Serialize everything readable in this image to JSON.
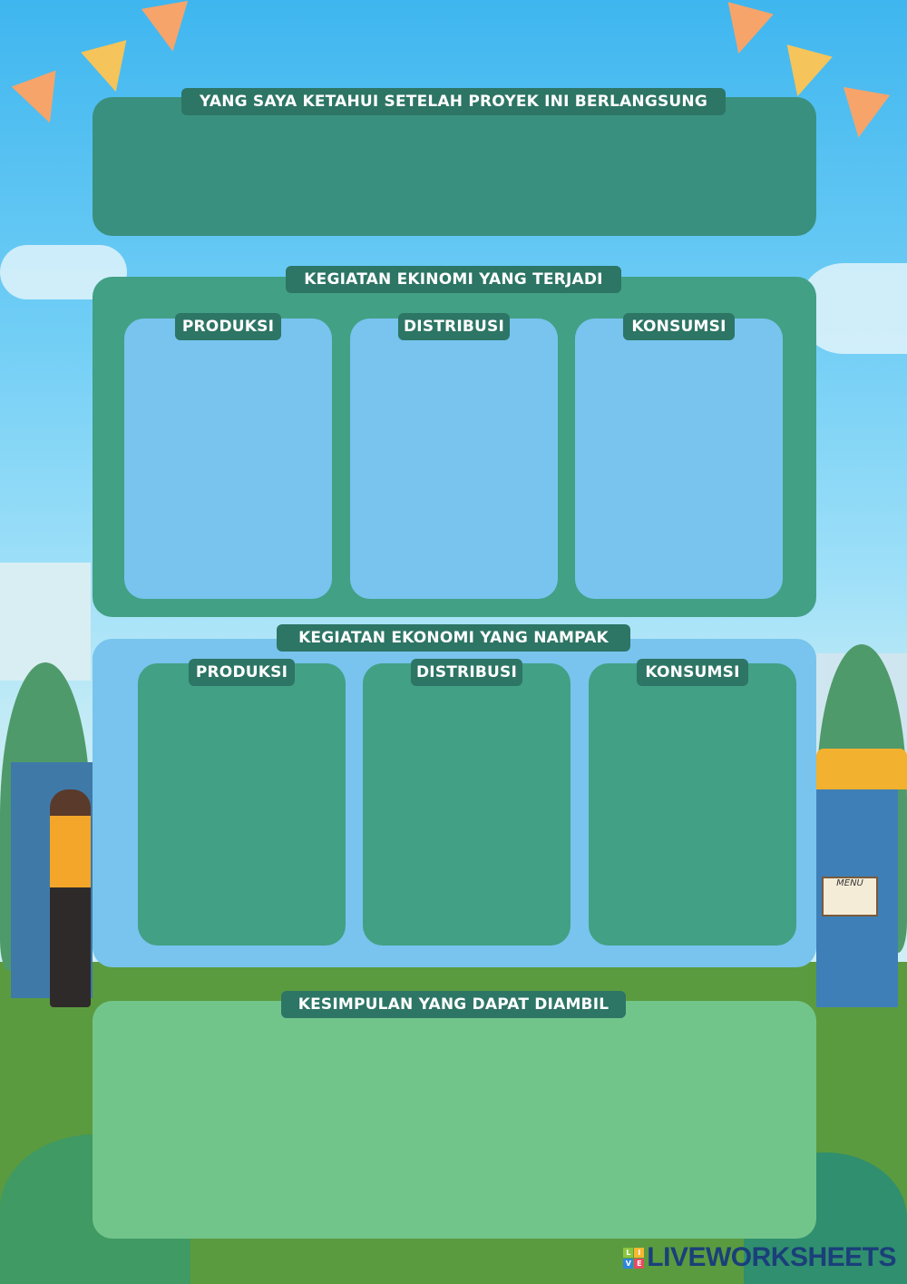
{
  "colors": {
    "dark_green": "#3a907e",
    "mid_green": "#42a085",
    "light_blue": "#78c4ee",
    "light_green": "#72c58a",
    "label_bg": "#2d7565"
  },
  "section1": {
    "title": "YANG SAYA KETAHUI SETELAH PROYEK INI BERLANGSUNG"
  },
  "section2": {
    "title": "KEGIATAN EKINOMI YANG TERJADI",
    "columns": [
      "PRODUKSI",
      "DISTRIBUSI",
      "KONSUMSI"
    ]
  },
  "section3": {
    "title": "KEGIATAN EKONOMI YANG NAMPAK",
    "columns": [
      "PRODUKSI",
      "DISTRIBUSI",
      "KONSUMSI"
    ]
  },
  "section4": {
    "title": "KESIMPULAN YANG DAPAT DIAMBIL"
  },
  "scenery": {
    "menu_sign": "MENU"
  },
  "footer": {
    "logo_letters": [
      "L",
      "I",
      "V",
      "E"
    ],
    "logo_text": "LIVEWORKSHEETS"
  }
}
